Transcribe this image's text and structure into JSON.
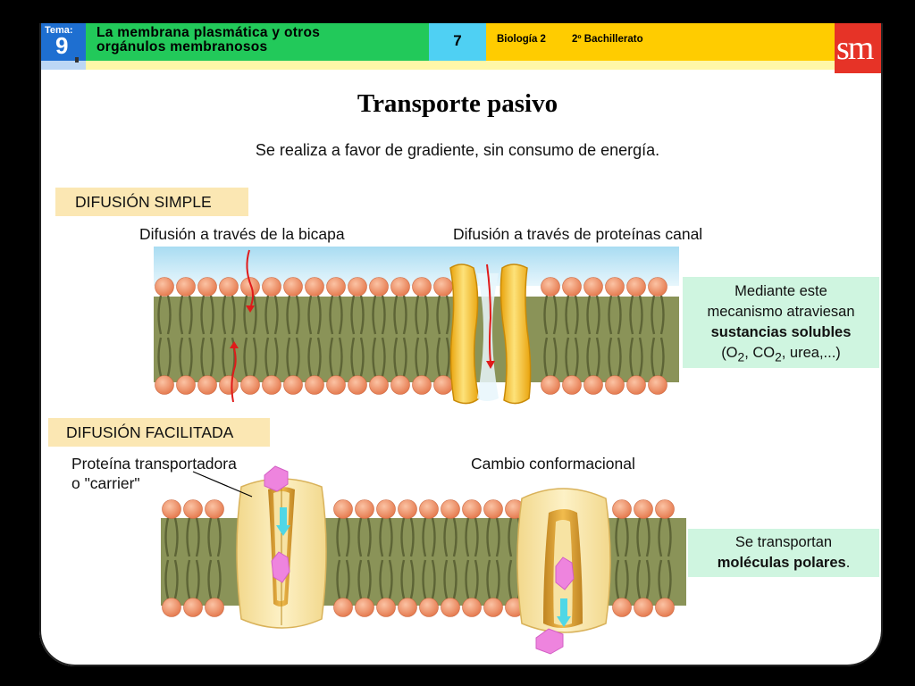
{
  "header": {
    "tema_label": "Tema:",
    "tema_number": "9",
    "title": "La membrana plasmática y otros orgánulos membranosos",
    "page_number": "7",
    "subject": "Biología 2",
    "course": "2º Bachillerato",
    "logo": "sm"
  },
  "main": {
    "title": "Transporte pasivo",
    "subtitle": "Se realiza a favor de gradiente, sin consumo de energía."
  },
  "simple": {
    "heading": "DIFUSIÓN SIMPLE",
    "bilayer_label": "Difusión a través de la bicapa",
    "channel_label": "Difusión a través de proteínas canal",
    "note_line1": "Mediante este",
    "note_line2": "mecanismo atraviesan",
    "note_bold": "sustancias solubles",
    "note_open": "(O",
    "note_sub1": "2",
    "note_mid": ", CO",
    "note_sub2": "2",
    "note_close": ", urea,...)"
  },
  "facilitated": {
    "heading": "DIFUSIÓN FACILITADA",
    "carrier_label_line1": "Proteína transportadora",
    "carrier_label_line2": "o \"carrier\"",
    "conformational_label": "Cambio conformacional",
    "note_line1": "Se transportan",
    "note_bold": "moléculas polares",
    "note_end": "."
  },
  "colors": {
    "tema_bg": "#1e6fd1",
    "title_bg": "#22c95a",
    "number_bg": "#4fd0f3",
    "subject_bg": "#ffcc00",
    "logo_bg": "#e63327",
    "tag_bg": "#fbe7b3",
    "note_bg": "#cff5e0",
    "lipid_head": "#ec8d63",
    "lipid_tail": "#7f8852",
    "channel_protein": "#f6c42a",
    "carrier_protein": "#f7e3a3",
    "solute": "#ee84de",
    "arrow_red": "#e01a1a",
    "arrow_cyan": "#4fd7e6",
    "extracellular": "#bfe3f4"
  },
  "icons": [
    "channel-protein-icon",
    "carrier-protein-icon",
    "solute-molecule-icon",
    "diffusion-arrow-icon"
  ]
}
